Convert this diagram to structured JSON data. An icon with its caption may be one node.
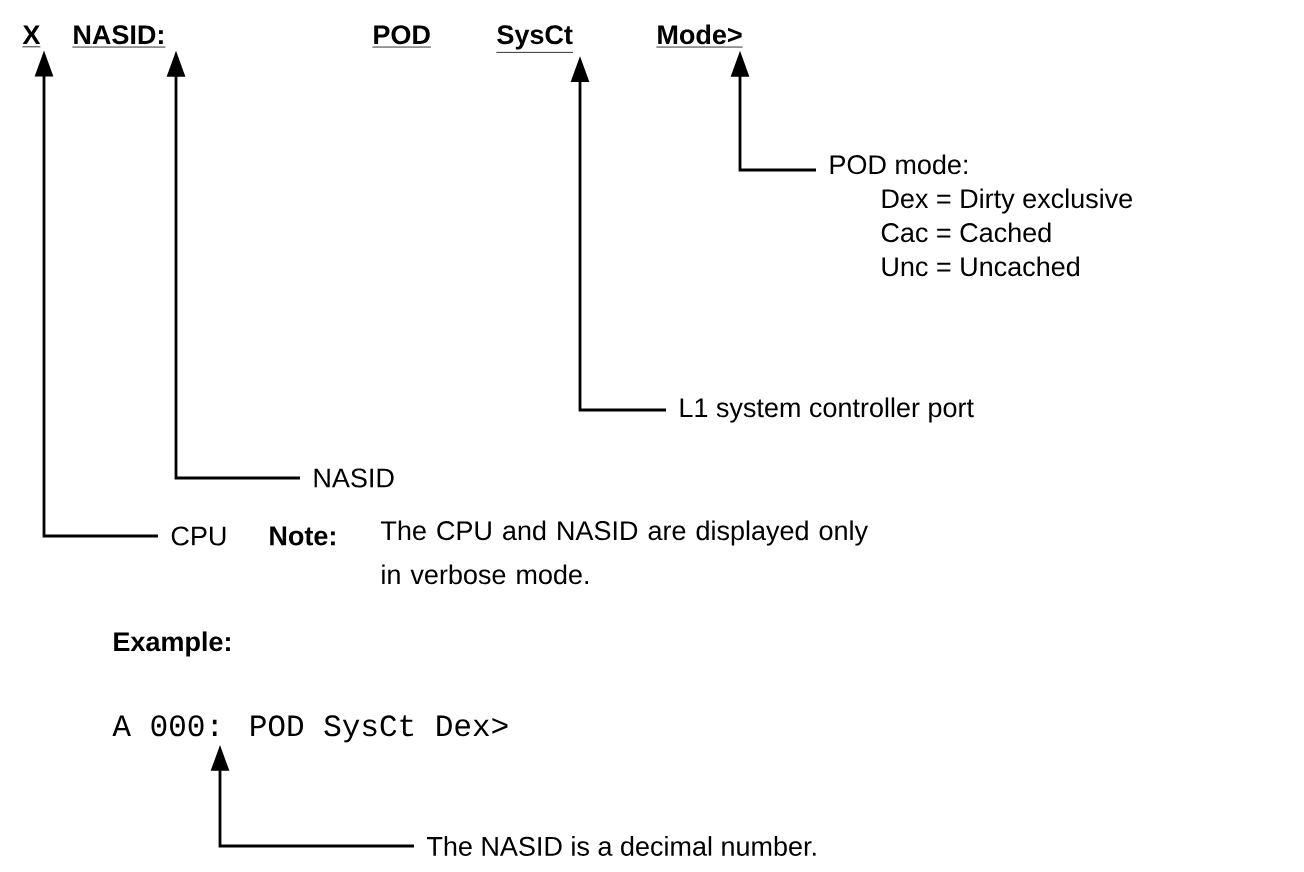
{
  "diagram": {
    "nodes": [
      {
        "text": [
          "X"
        ]
      },
      {
        "text": [
          "NASID:"
        ]
      },
      {
        "text": [
          "POD"
        ]
      },
      {
        "text": [
          "SysCt"
        ]
      },
      {
        "text": [
          "Mode>"
        ]
      },
      {
        "text": [
          "POD mode:",
          "Dex = Dirty exclusive",
          "Cac = Cached",
          "Unc = Uncached"
        ]
      },
      {
        "text": [
          "L1 system controller port"
        ]
      },
      {
        "text": [
          "NASID"
        ]
      },
      {
        "text": [
          "CPU"
        ]
      },
      {
        "text": [
          "A 000: POD SysCt Dex>"
        ]
      },
      {
        "text": [
          "The NASID is a decimal number."
        ]
      }
    ],
    "edges": [
      {
        "from": 5,
        "to": 4,
        "arrow": "to"
      },
      {
        "from": 6,
        "to": 3,
        "arrow": "to"
      },
      {
        "from": 7,
        "to": 1,
        "arrow": "to"
      },
      {
        "from": 8,
        "to": 0,
        "arrow": "to"
      },
      {
        "from": 10,
        "to": 9,
        "arrow": "to"
      }
    ],
    "labels": [
      "Note:",
      "The CPU and NASID are displayed only in verbose mode.",
      "Example:"
    ]
  }
}
